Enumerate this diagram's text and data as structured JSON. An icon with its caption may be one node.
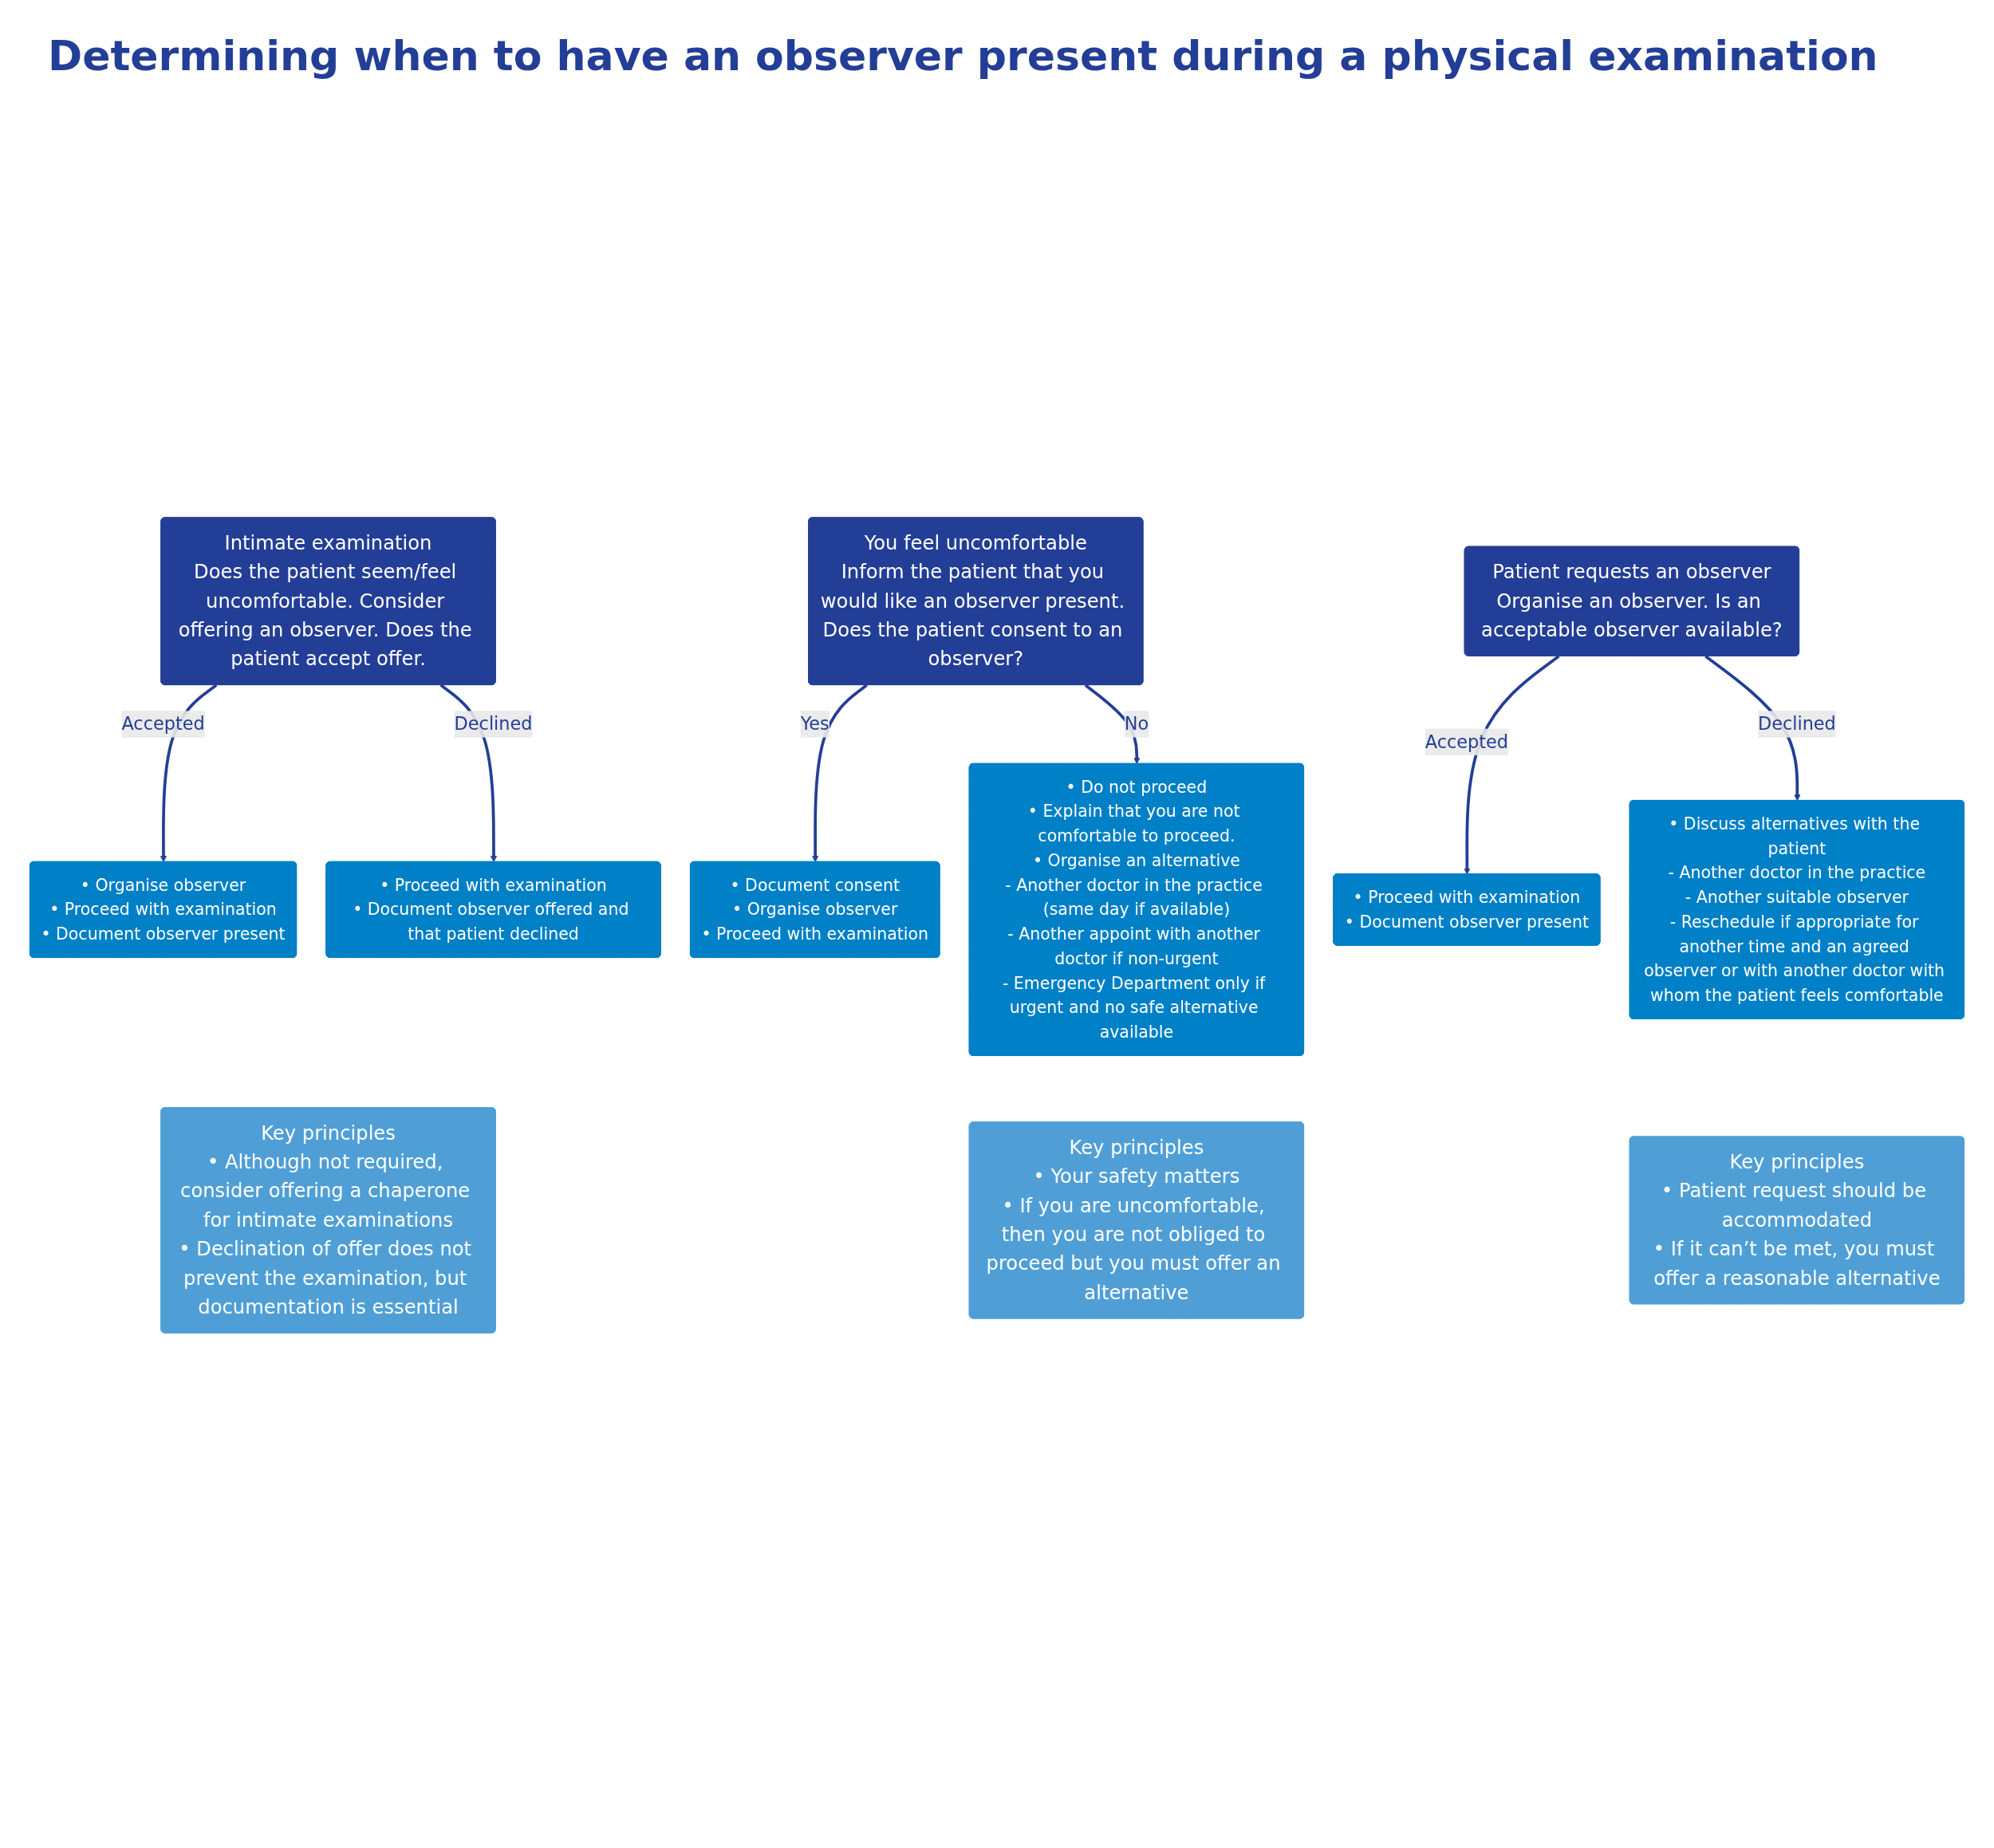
{
  "diagram": {
    "title": "Determining when to have an observer present during a physical examination",
    "nodes": [
      {
        "text": [
          "Intimate examination",
          "Does the patient seem/feel uncomfortable. Consider offering an observer. Does the patient accept offer."
        ]
      },
      {
        "text": [
          "You feel uncomfortable",
          "Inform the patient that you would like an observer present. Does the patient consent to an observer?"
        ]
      },
      {
        "text": [
          "Patient requests an observer",
          "Organise an observer. Is an acceptable observer available?"
        ]
      },
      {
        "text": [
          "• Organise observer",
          "• Proceed with examination",
          "• Document observer present"
        ]
      },
      {
        "text": [
          "• Proceed with examination",
          "• Document observer offered and that patient declined"
        ]
      },
      {
        "text": [
          "• Document consent",
          "• Organise observer",
          "• Proceed with examination"
        ]
      },
      {
        "text": [
          "• Do not proceed",
          "• Explain that you are not comfortable to proceed.",
          "• Organise an alternative",
          "- Another doctor in the practice (same day if available)",
          "- Another appoint with another doctor if non-urgent",
          "- Emergency Department only if urgent and no safe alternative available"
        ]
      },
      {
        "text": [
          "• Proceed with examination",
          "• Document observer present"
        ]
      },
      {
        "text": [
          "• Discuss alternatives with the patient",
          "- Another doctor in the practice",
          "- Another suitable observer",
          "- Reschedule if appropriate for another time and an agreed observer or with another doctor with whom the patient feels comfortable"
        ]
      },
      {
        "text": [
          "Key principles",
          "• Although not required, consider offering a chaperone for intimate examinations",
          "• Declination of offer does not prevent the examination, but documentation is essential"
        ]
      },
      {
        "text": [
          "Key principles",
          "• Your safety matters",
          "• If you are uncomfortable, then you are not obliged to proceed but you must offer an alternative"
        ]
      },
      {
        "text": [
          "Key principles",
          "• Patient request should be accommodated",
          "• If it can’t be met, you must offer a reasonable alternative"
        ]
      }
    ],
    "edges": [
      {
        "from": 0,
        "to": 3,
        "arrow": "to",
        "label": "Accepted"
      },
      {
        "from": 0,
        "to": 4,
        "arrow": "to",
        "label": "Declined"
      },
      {
        "from": 1,
        "to": 5,
        "arrow": "to",
        "label": "Yes"
      },
      {
        "from": 1,
        "to": 6,
        "arrow": "to",
        "label": "No"
      },
      {
        "from": 2,
        "to": 7,
        "arrow": "to",
        "label": "Accepted"
      },
      {
        "from": 2,
        "to": 8,
        "arrow": "to",
        "label": "Declined"
      }
    ]
  }
}
